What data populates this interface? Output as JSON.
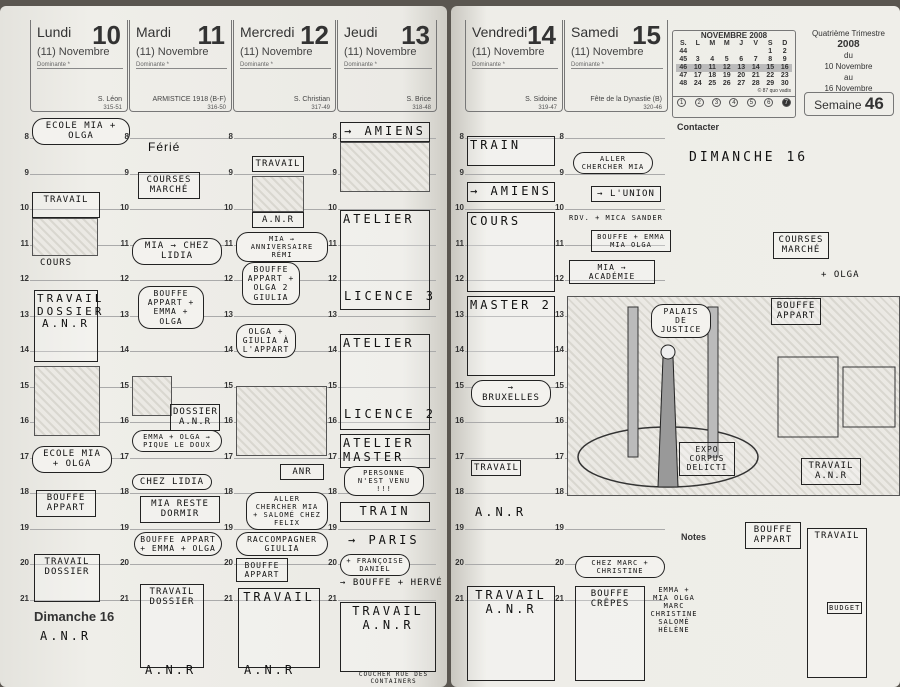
{
  "left_page": {
    "days": [
      {
        "name": "Lundi",
        "num": "10",
        "month": "(11) Novembre",
        "dominante": "Dominante *",
        "saint": "S. Léon",
        "daynum": "315-51"
      },
      {
        "name": "Mardi",
        "num": "11",
        "month": "(11) Novembre",
        "dominante": "Dominante *",
        "saint": "ARMISTICE 1918 (B-F)",
        "daynum": "316-50"
      },
      {
        "name": "Mercredi",
        "num": "12",
        "month": "(11) Novembre",
        "dominante": "Dominante *",
        "saint": "S. Christian",
        "daynum": "317-49"
      },
      {
        "name": "Jeudi",
        "num": "13",
        "month": "(11) Novembre",
        "dominante": "Dominante *",
        "saint": "S. Brice",
        "daynum": "318-48"
      }
    ],
    "ferie": "Férié",
    "dimanche_label": "Dimanche 16",
    "notes": {
      "l1": "ECOLE MIA + OLGA",
      "l2": "TRAVAIL",
      "l3": "COURS",
      "l4": "TRAVAIL DOSSIER A.N.R",
      "l5": "ECOLE MIA + OLGA",
      "l6": "BOUFFE APPART",
      "l7": "TRAVAIL DOSSIER",
      "l8": "A.N.R",
      "m1": "COURSES MARCHÉ",
      "m2": "MIA → CHEZ LIDIA",
      "m3": "BOUFFE APPART + EMMA + OLGA",
      "m4": "DOSSIER A.N.R",
      "m5": "EMMA + OLGA → PIQUE LE DOUX",
      "m6": "CHEZ LIDIA",
      "m7": "MIA RESTE DORMIR",
      "m8": "BOUFFE APPART + EMMA + OLGA",
      "m9": "TRAVAIL DOSSIER",
      "m10": "A.N.R",
      "w1": "TRAVAIL",
      "w2": "A.N.R",
      "w3": "MIA → ANNIVERSAIRE RÉMI",
      "w4": "BOUFFE APPART + OLGA 2 GIULIA",
      "w5": "OLGA + GIULIA À L'APPART",
      "w6": "ANR",
      "w7": "ALLER CHERCHER MIA + SALOMÉ CHEZ FELIX",
      "w8": "RACCOMPAGNER GIULIA",
      "w9": "BOUFFE APPART",
      "w10": "TRAVAIL",
      "w11": "A.N.R",
      "j1": "→ AMIENS",
      "j2": "ATELIER",
      "j3": "LICENCE 3",
      "j4": "ATELIER",
      "j5": "LICENCE 2",
      "j6": "ATELIER MASTER",
      "j7": "PERSONNE N'EST VENU !!!",
      "j8": "TRAIN",
      "j9": "→ PARIS",
      "j10": "+ FRANÇOISE DANIEL",
      "j11": "→ BOUFFE + HERVÉ",
      "j12": "TRAVAIL A.N.R",
      "j13": "COUCHER RUE DES CONTAINERS"
    }
  },
  "right_page": {
    "days": [
      {
        "name": "Vendredi",
        "num": "14",
        "month": "(11) Novembre",
        "dominante": "Dominante *",
        "saint": "S. Sidoine",
        "daynum": "319-47"
      },
      {
        "name": "Samedi",
        "num": "15",
        "month": "(11) Novembre",
        "dominante": "Dominante *",
        "saint": "Fête de la Dynastie (B)",
        "daynum": "320-46"
      }
    ],
    "mini_calendar": {
      "title": "NOVEMBRE 2008",
      "headers": [
        "S.",
        "L",
        "M",
        "M",
        "J",
        "V",
        "S",
        "D"
      ],
      "rows": [
        [
          "44",
          "",
          "",
          "",
          "",
          "",
          "1",
          "2"
        ],
        [
          "45",
          "3",
          "4",
          "5",
          "6",
          "7",
          "8",
          "9"
        ],
        [
          "46",
          "10",
          "11",
          "12",
          "13",
          "14",
          "15",
          "16"
        ],
        [
          "47",
          "17",
          "18",
          "19",
          "20",
          "21",
          "22",
          "23"
        ],
        [
          "48",
          "24",
          "25",
          "26",
          "27",
          "28",
          "29",
          "30"
        ]
      ],
      "current_week": "46",
      "copyright": "© 87 quo vadis",
      "circles": [
        "1",
        "2",
        "3",
        "4",
        "5",
        "6",
        "7"
      ]
    },
    "trimestre": {
      "title": "Quatrième Trimestre",
      "year": "2008",
      "du": "du",
      "from": "10 Novembre",
      "au": "au",
      "to": "16 Novembre"
    },
    "semaine": {
      "label": "Semaine",
      "num": "46"
    },
    "contacter": "Contacter",
    "notes_label": "Notes",
    "notes": {
      "v1": "TRAIN",
      "v2": "→ AMIENS",
      "v3": "COURS",
      "v4": "MASTER 2",
      "v5": "→ BRUXELLES",
      "v6": "TRAVAIL",
      "v7": "A.N.R",
      "v8": "TRAVAIL A.N.R",
      "s1": "ALLER CHERCHER MIA",
      "s2": "→ L'UNION",
      "s3": "RDV. + MICA SANDER",
      "s4": "BOUFFE + EMMA MIA OLGA",
      "s5": "MIA → ACADÉMIE",
      "s6": "PALAIS DE JUSTICE",
      "s7": "EXPO CORPUS DELICTI",
      "s8": "CHEZ MARC + CHRISTINE",
      "s9": "BOUFFE CRÊPES",
      "s10": "EMMA + MIA OLGA MARC CHRISTINE SALOMÉ HÉLÈNE",
      "d1": "DIMANCHE 16",
      "d2": "COURSES MARCHÉ",
      "d3": "+ OLGA",
      "d4": "BOUFFE APPART",
      "d5": "TRAVAIL A.N.R",
      "d6": "BOUFFE APPART",
      "d7": "TRAVAIL",
      "d8": "BUDGET"
    }
  },
  "hours": [
    "8",
    "9",
    "10",
    "11",
    "12",
    "13",
    "14",
    "15",
    "16",
    "17",
    "18",
    "19",
    "20",
    "21"
  ]
}
